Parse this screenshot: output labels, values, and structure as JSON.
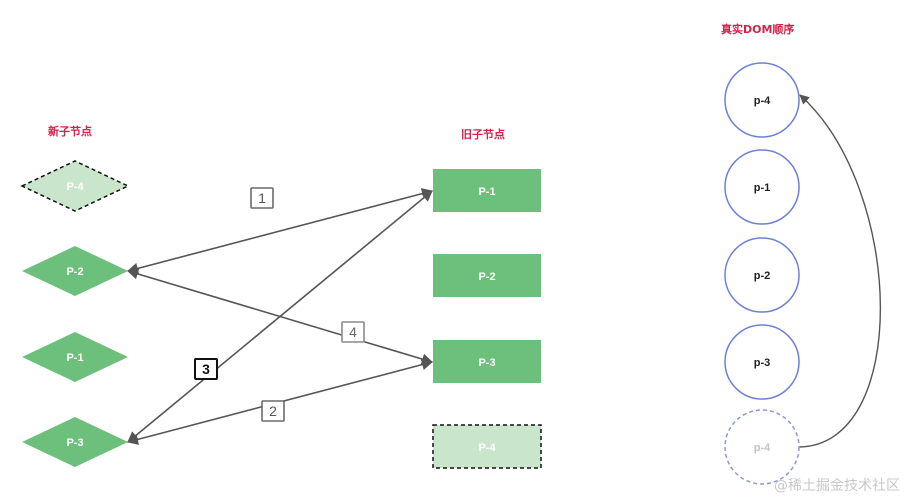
{
  "titles": {
    "new_children": "新子节点",
    "old_children": "旧子节点",
    "real_dom": "真实DOM顺序"
  },
  "new_nodes": [
    {
      "label": "P-4",
      "style": "new"
    },
    {
      "label": "P-2",
      "style": "solid"
    },
    {
      "label": "P-1",
      "style": "solid"
    },
    {
      "label": "P-3",
      "style": "solid"
    }
  ],
  "old_nodes": [
    {
      "label": "P-1",
      "style": "solid"
    },
    {
      "label": "P-2",
      "style": "solid"
    },
    {
      "label": "P-3",
      "style": "solid"
    },
    {
      "label": "P-4",
      "style": "new"
    }
  ],
  "dom_nodes": [
    {
      "label": "p-4",
      "style": "solid"
    },
    {
      "label": "p-1",
      "style": "solid"
    },
    {
      "label": "p-2",
      "style": "solid"
    },
    {
      "label": "p-3",
      "style": "solid"
    },
    {
      "label": "p-4",
      "style": "dashed"
    }
  ],
  "steps": [
    {
      "label": "1",
      "emphasis": false
    },
    {
      "label": "2",
      "emphasis": false
    },
    {
      "label": "3",
      "emphasis": true
    },
    {
      "label": "4",
      "emphasis": false
    }
  ],
  "watermark": "@稀土掘金技术社区",
  "colors": {
    "node_fill": "#6cc07c",
    "node_fill_new": "#c9e6cd",
    "circle_stroke": "#6c80d6",
    "circle_dashed_stroke": "#8b98dc",
    "arrow": "#555555",
    "title": "#d6224a"
  }
}
